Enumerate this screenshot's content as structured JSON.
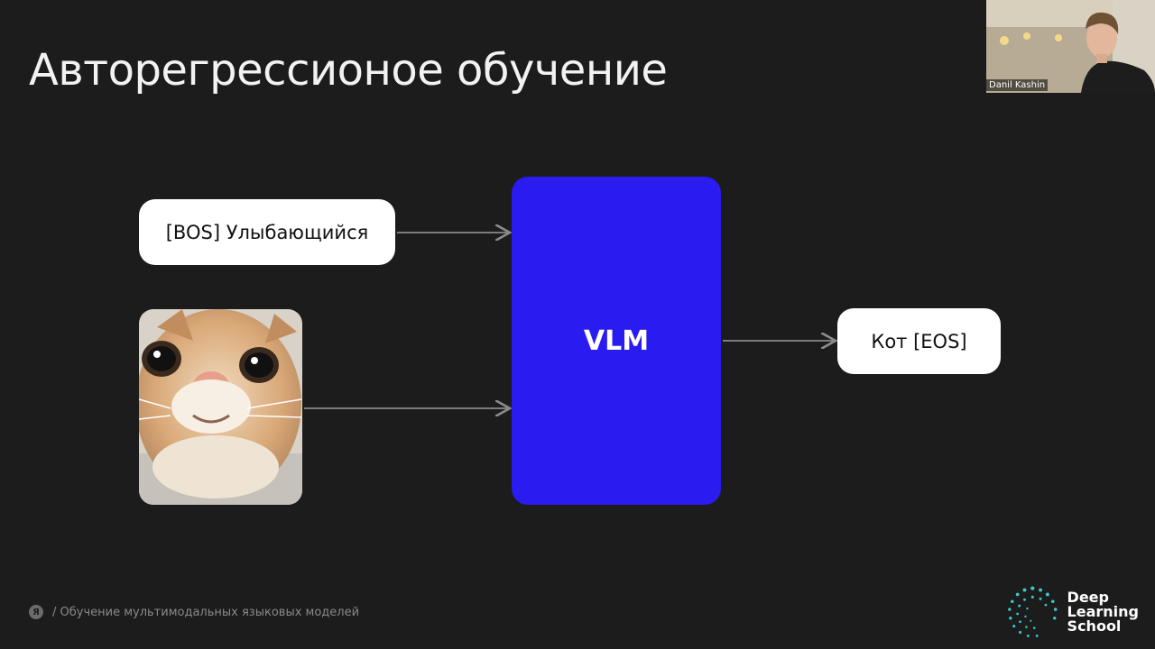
{
  "slide": {
    "title": "Авторегрессионое обучение"
  },
  "diagram": {
    "input_text": "[BOS] Улыбающийся",
    "model_label": "VLM",
    "output_text": "Кот [EOS]",
    "model_color": "#2a1cf0",
    "image_description": "cat-photo"
  },
  "footer": {
    "logo_glyph": "Я",
    "course_text": "/ Обучение мультимодальных языковых моделей"
  },
  "brand": {
    "line1": "Deep",
    "line2": "Learning",
    "line3": "School",
    "accent": "#3ec6c8"
  },
  "video": {
    "speaker_name": "Danil Kashin"
  }
}
